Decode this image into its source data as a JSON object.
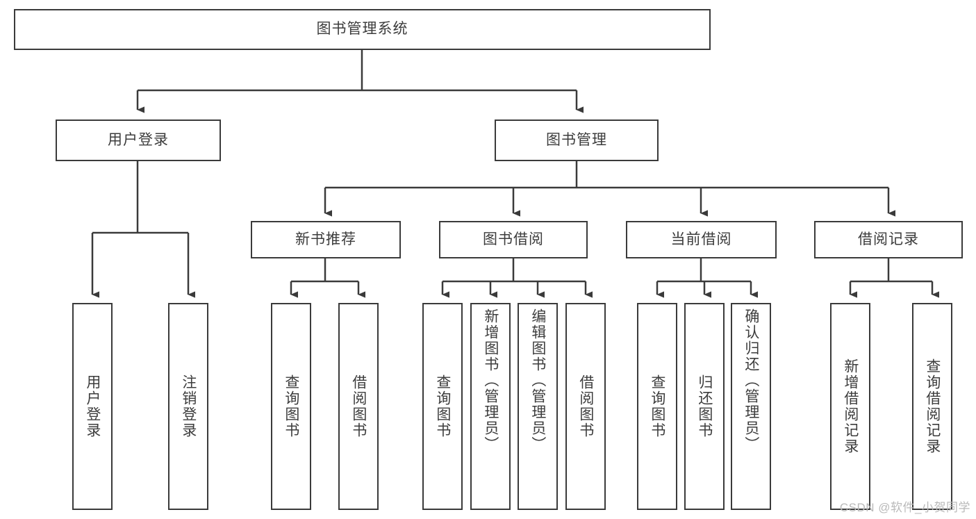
{
  "diagram": {
    "type": "tree-hierarchy",
    "title": "图书管理系统",
    "watermark": "CSDN @软件_小贺同学",
    "colors": {
      "stroke": "#3a3a3a",
      "text": "#3c3c3c",
      "background": "#ffffff",
      "watermark": "#b9b9b9"
    },
    "nodes": {
      "root": {
        "label": "图书管理系统"
      },
      "level1": [
        {
          "id": "user-login",
          "label": "用户登录"
        },
        {
          "id": "book-manage",
          "label": "图书管理"
        }
      ],
      "level2": [
        {
          "id": "new-book-recommend",
          "label": "新书推荐"
        },
        {
          "id": "book-borrow",
          "label": "图书借阅"
        },
        {
          "id": "current-borrow",
          "label": "当前借阅"
        },
        {
          "id": "borrow-record",
          "label": "借阅记录"
        }
      ],
      "leaves": {
        "user-login": [
          {
            "id": "leaf-user-login",
            "label": "用户登录"
          },
          {
            "id": "leaf-logout-login",
            "label": "注销登录"
          }
        ],
        "new-book-recommend": [
          {
            "id": "leaf-query-books-1",
            "label": "查询图书"
          },
          {
            "id": "leaf-borrow-books-1",
            "label": "借阅图书"
          }
        ],
        "book-borrow": [
          {
            "id": "leaf-query-books-2",
            "label": "查询图书"
          },
          {
            "id": "leaf-add-book-admin",
            "label": "新增图书（管理员）"
          },
          {
            "id": "leaf-edit-book-admin",
            "label": "编辑图书（管理员）"
          },
          {
            "id": "leaf-borrow-books-2",
            "label": "借阅图书"
          }
        ],
        "current-borrow": [
          {
            "id": "leaf-query-books-3",
            "label": "查询图书"
          },
          {
            "id": "leaf-return-books",
            "label": "归还图书"
          },
          {
            "id": "leaf-confirm-return-admin",
            "label": "确认归还（管理员）"
          }
        ],
        "borrow-record": [
          {
            "id": "leaf-add-borrow-record",
            "label": "新增借阅记录"
          },
          {
            "id": "leaf-query-borrow-record",
            "label": "查询借阅记录"
          }
        ]
      }
    }
  }
}
